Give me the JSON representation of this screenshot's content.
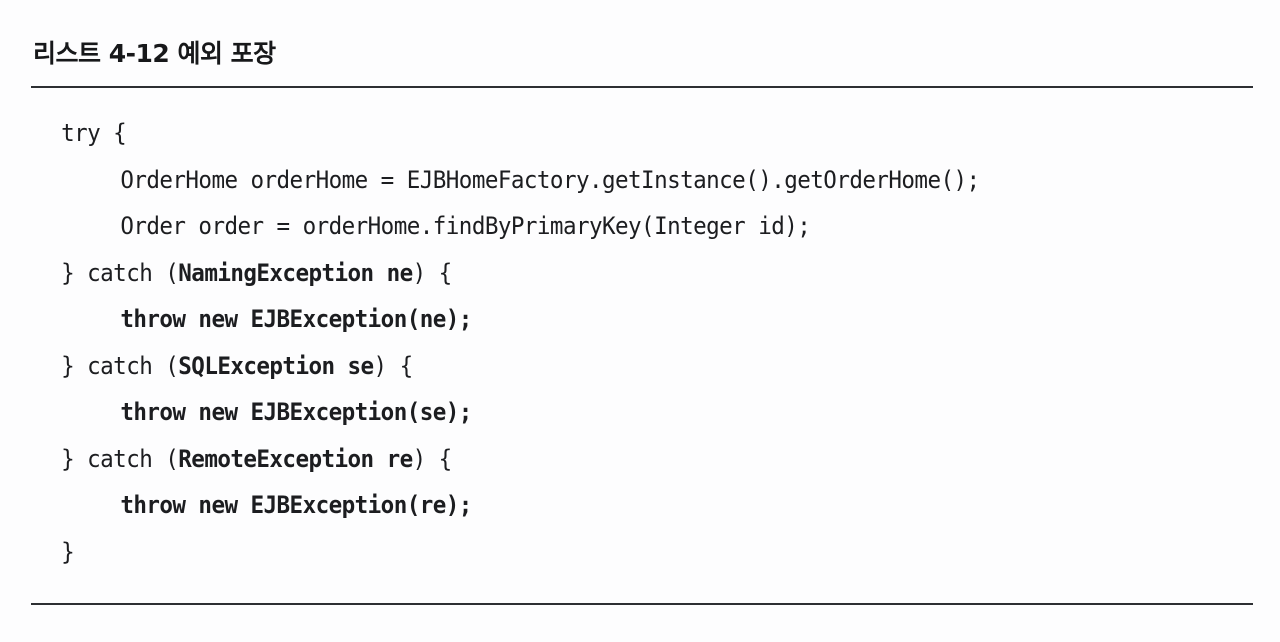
{
  "caption": {
    "text": "리스트 4-12 예외 포장"
  },
  "colors": {
    "background": "#fdfdfe",
    "text": "#1c1d20",
    "rule": "#2d2f33",
    "caption": "#17181a"
  },
  "rules": {
    "top_label": "caption-divider",
    "bottom_label": "listing-end-divider"
  },
  "code": {
    "language": "java",
    "lines": [
      {
        "indent": 0,
        "tokens": [
          {
            "text": "try {",
            "bold": false
          }
        ]
      },
      {
        "indent": 1,
        "tokens": [
          {
            "text": "OrderHome orderHome = EJBHomeFactory.getInstance().getOrderHome();",
            "bold": false
          }
        ]
      },
      {
        "indent": 1,
        "tokens": [
          {
            "text": "Order order = orderHome.findByPrimaryKey(Integer id);",
            "bold": false
          }
        ]
      },
      {
        "indent": 0,
        "tokens": [
          {
            "text": "} catch (",
            "bold": false
          },
          {
            "text": "NamingException ne",
            "bold": true
          },
          {
            "text": ") {",
            "bold": false
          }
        ]
      },
      {
        "indent": 1,
        "tokens": [
          {
            "text": "throw new EJBException(ne);",
            "bold": true
          }
        ]
      },
      {
        "indent": 0,
        "tokens": [
          {
            "text": "} catch (",
            "bold": false
          },
          {
            "text": "SQLException se",
            "bold": true
          },
          {
            "text": ") {",
            "bold": false
          }
        ]
      },
      {
        "indent": 1,
        "tokens": [
          {
            "text": "throw new EJBException(se);",
            "bold": true
          }
        ]
      },
      {
        "indent": 0,
        "tokens": [
          {
            "text": "} catch (",
            "bold": false
          },
          {
            "text": "RemoteException re",
            "bold": true
          },
          {
            "text": ") {",
            "bold": false
          }
        ]
      },
      {
        "indent": 1,
        "tokens": [
          {
            "text": "throw new EJBException(re);",
            "bold": true
          }
        ]
      },
      {
        "indent": 0,
        "tokens": [
          {
            "text": "}",
            "bold": false
          }
        ]
      }
    ]
  }
}
